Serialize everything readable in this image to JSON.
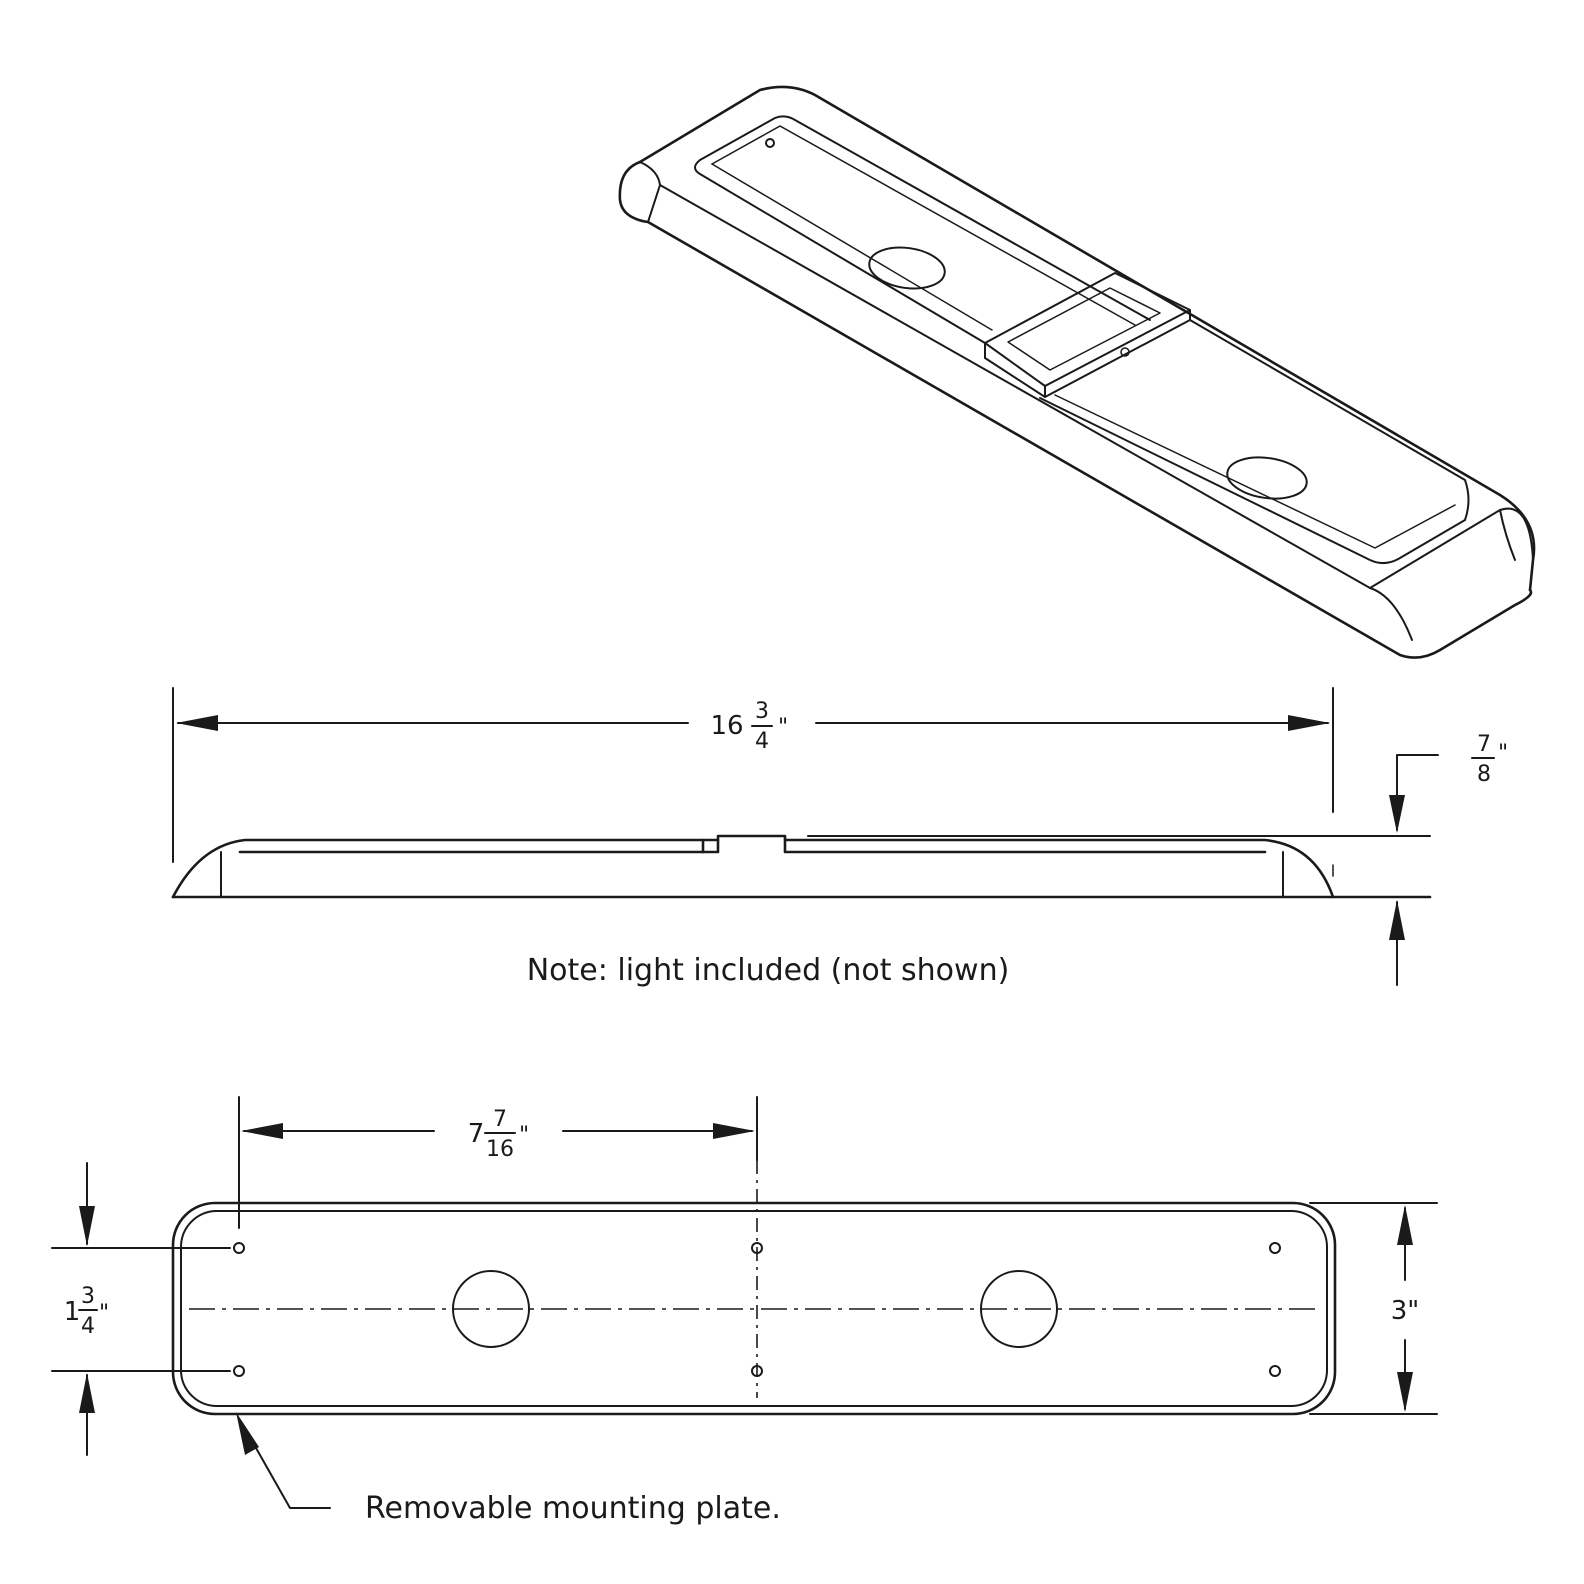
{
  "overall_length": {
    "whole": "16",
    "num": "3",
    "den": "4",
    "unit": "\""
  },
  "height": {
    "num": "7",
    "den": "8",
    "unit": "\""
  },
  "note": "Note: light included (not shown)",
  "hole_spacing": {
    "whole": "7",
    "num": "7",
    "den": "16",
    "unit": "\""
  },
  "hole_vertical_spacing": {
    "whole": "1",
    "num": "3",
    "den": "4",
    "unit": "\""
  },
  "plate_width": "3\"",
  "callout": "Removable mounting plate."
}
